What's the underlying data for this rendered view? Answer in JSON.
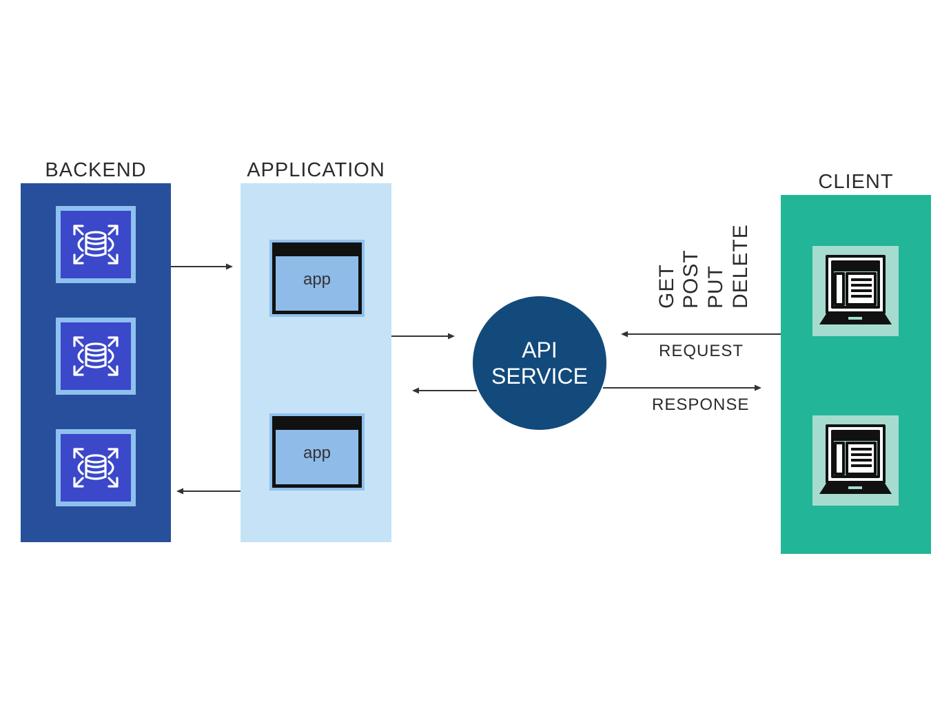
{
  "columns": {
    "backend": {
      "title": "BACKEND"
    },
    "application": {
      "title": "APPLICATION",
      "apps": [
        "app",
        "app"
      ]
    },
    "client": {
      "title": "CLIENT"
    }
  },
  "api_service": {
    "line1": "API",
    "line2": "SERVICE"
  },
  "methods": [
    "GET",
    "POST",
    "PUT",
    "DELETE"
  ],
  "flows": {
    "request": "REQUEST",
    "response": "RESPONSE"
  },
  "colors": {
    "backend": "#274f9c",
    "application": "#c6e2f6",
    "api_service": "#124a7c",
    "client": "#22b597"
  },
  "icons": {
    "backend_tiles": [
      "database-expand-icon",
      "database-expand-icon",
      "database-expand-icon"
    ],
    "client_tiles": [
      "laptop-icon",
      "laptop-icon"
    ]
  }
}
